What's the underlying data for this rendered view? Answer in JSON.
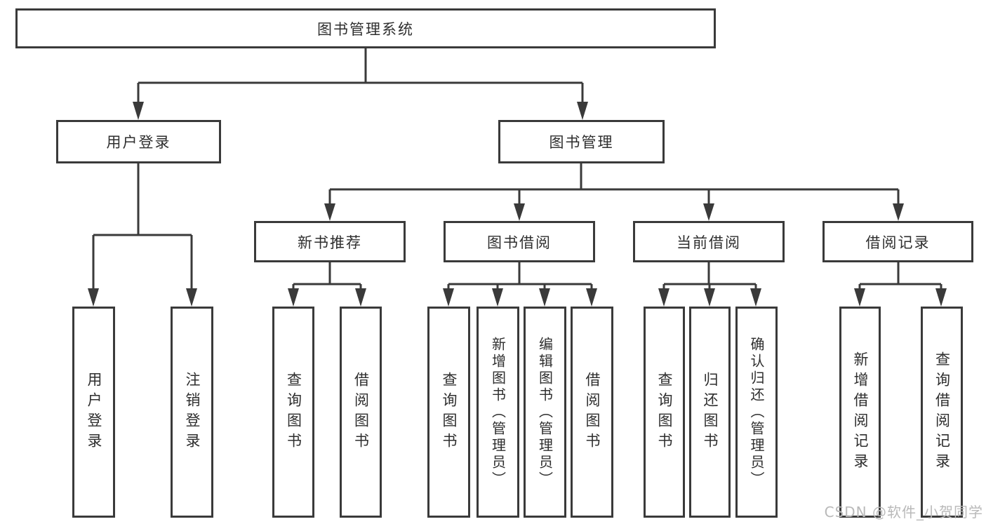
{
  "diagram": {
    "title": "图书管理系统",
    "root": {
      "label": "图书管理系统"
    },
    "level2": [
      {
        "label": "用户登录"
      },
      {
        "label": "图书管理"
      }
    ],
    "level3": [
      {
        "label": "新书推荐"
      },
      {
        "label": "图书借阅"
      },
      {
        "label": "当前借阅"
      },
      {
        "label": "借阅记录"
      }
    ],
    "leaves": {
      "user_login": [
        "用户登录",
        "注销登录"
      ],
      "new_book": [
        "查询图书",
        "借阅图书"
      ],
      "book_borrow": [
        "查询图书",
        "新增图书（管理员）",
        "编辑图书（管理员）",
        "借阅图书"
      ],
      "current_borrow": [
        "查询图书",
        "归还图书",
        "确认归还（管理员）"
      ],
      "borrow_record": [
        "新增借阅记录",
        "查询借阅记录"
      ]
    },
    "line_color": "#3a3a3a",
    "text_color": "#2e2e2e",
    "watermark_color": "#b9b9b9"
  },
  "watermark": "CSDN @软件_小贺同学"
}
